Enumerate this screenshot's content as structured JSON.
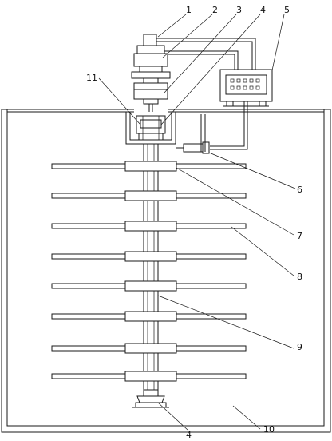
{
  "labels": {
    "l1": "1",
    "l2": "2",
    "l3": "3",
    "l4_top": "4",
    "l5": "5",
    "l6": "6",
    "l7": "7",
    "l8": "8",
    "l9": "9",
    "l10": "10",
    "l11": "11",
    "l4_bottom": "4"
  },
  "colors": {
    "line": "#1a1a1a",
    "background": "#ffffff"
  },
  "arm_count": 8
}
